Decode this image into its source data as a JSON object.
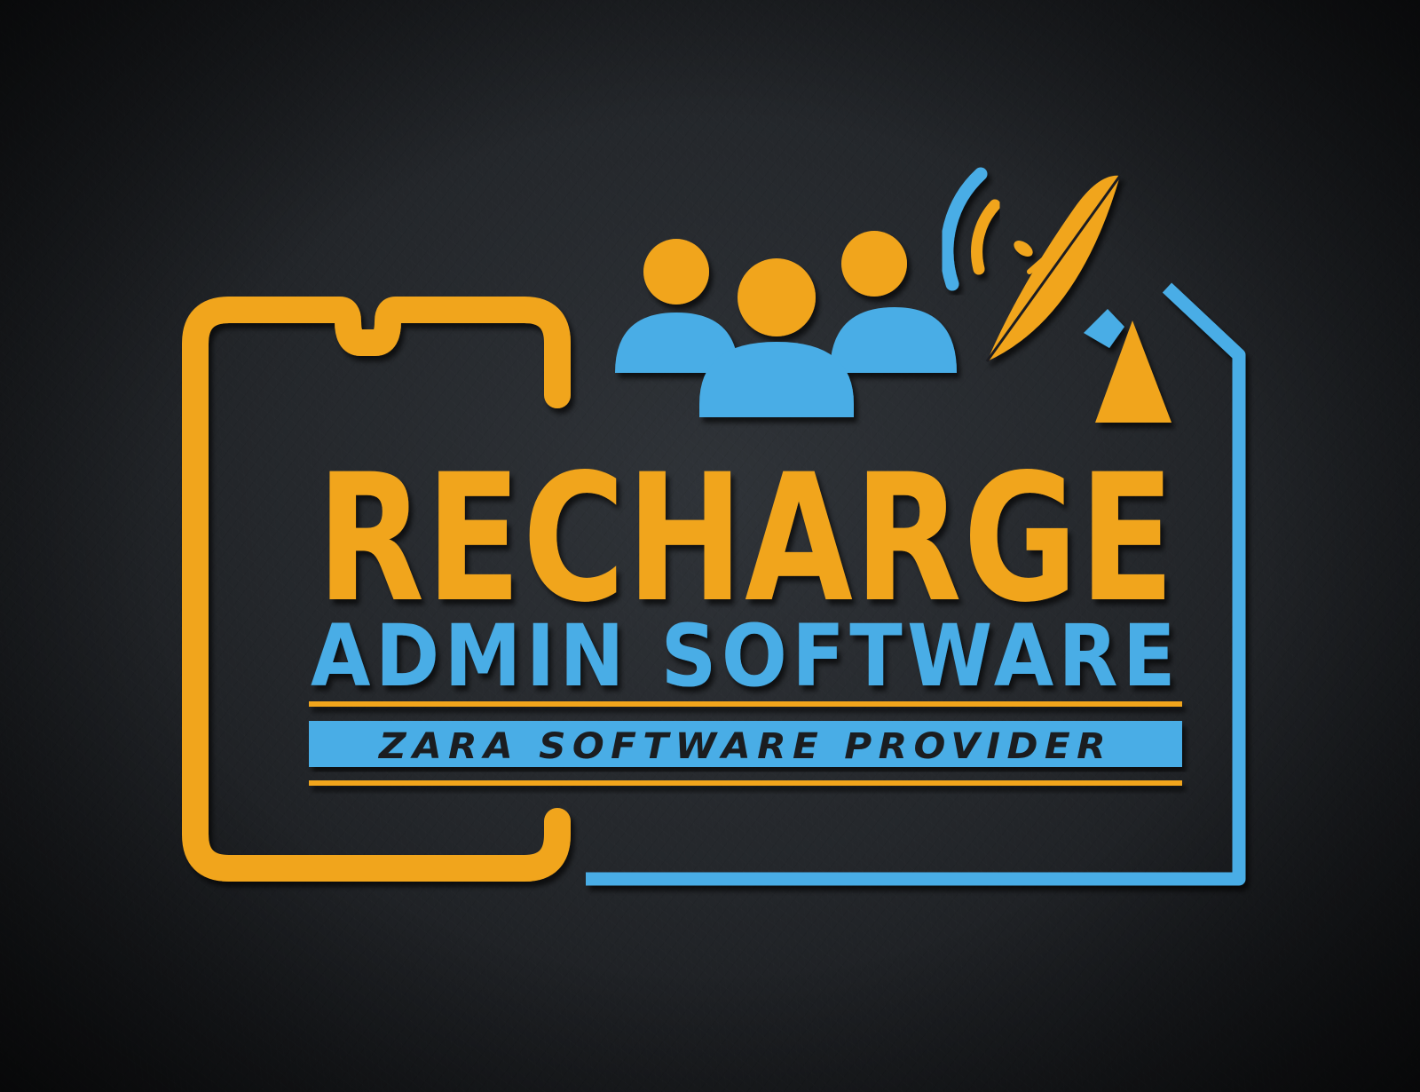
{
  "logo": {
    "title": "RECHARGE",
    "subtitle": "ADMIN SOFTWARE",
    "tagline": "ZARA SOFTWARE PROVIDER"
  },
  "icons": {
    "phone": "phone-outline-icon",
    "users": "users-group-icon",
    "signal": "signal-waves-icon",
    "dish": "satellite-dish-icon",
    "house": "house-outline-icon"
  },
  "colors": {
    "orange": "#f1a51f",
    "blue": "#48ade6",
    "background": "#1f2226",
    "tagline_text": "#1b1d20"
  }
}
